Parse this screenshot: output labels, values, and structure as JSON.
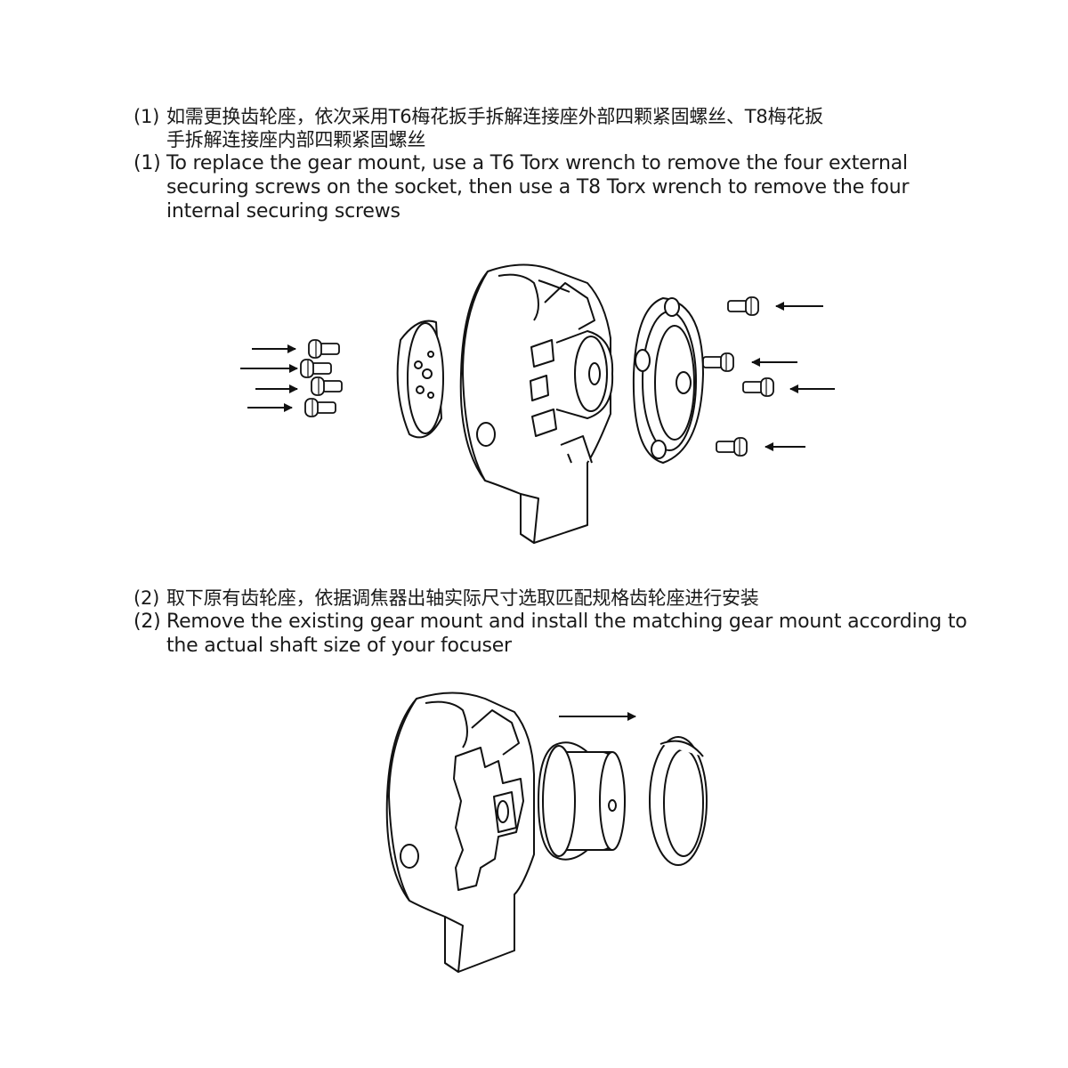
{
  "steps": [
    {
      "number": "(1)",
      "zh": [
        "如需更换齿轮座，依次采用T6梅花扳手拆解连接座外部四颗紧固螺丝、T8梅花扳",
        "手拆解连接座内部四颗紧固螺丝"
      ],
      "en": [
        "To replace the gear mount, use a T6 Torx wrench to remove the four external",
        "securing screws on the socket, then use a T8 Torx wrench to remove the four",
        "internal securing screws"
      ]
    },
    {
      "number": "(2)",
      "zh": [
        "取下原有齿轮座，依据调焦器出轴实际尺寸选取匹配规格齿轮座进行安装"
      ],
      "en": [
        "Remove the existing gear mount and install the matching gear mount according to",
        "the actual shaft size of your focuser"
      ]
    }
  ]
}
